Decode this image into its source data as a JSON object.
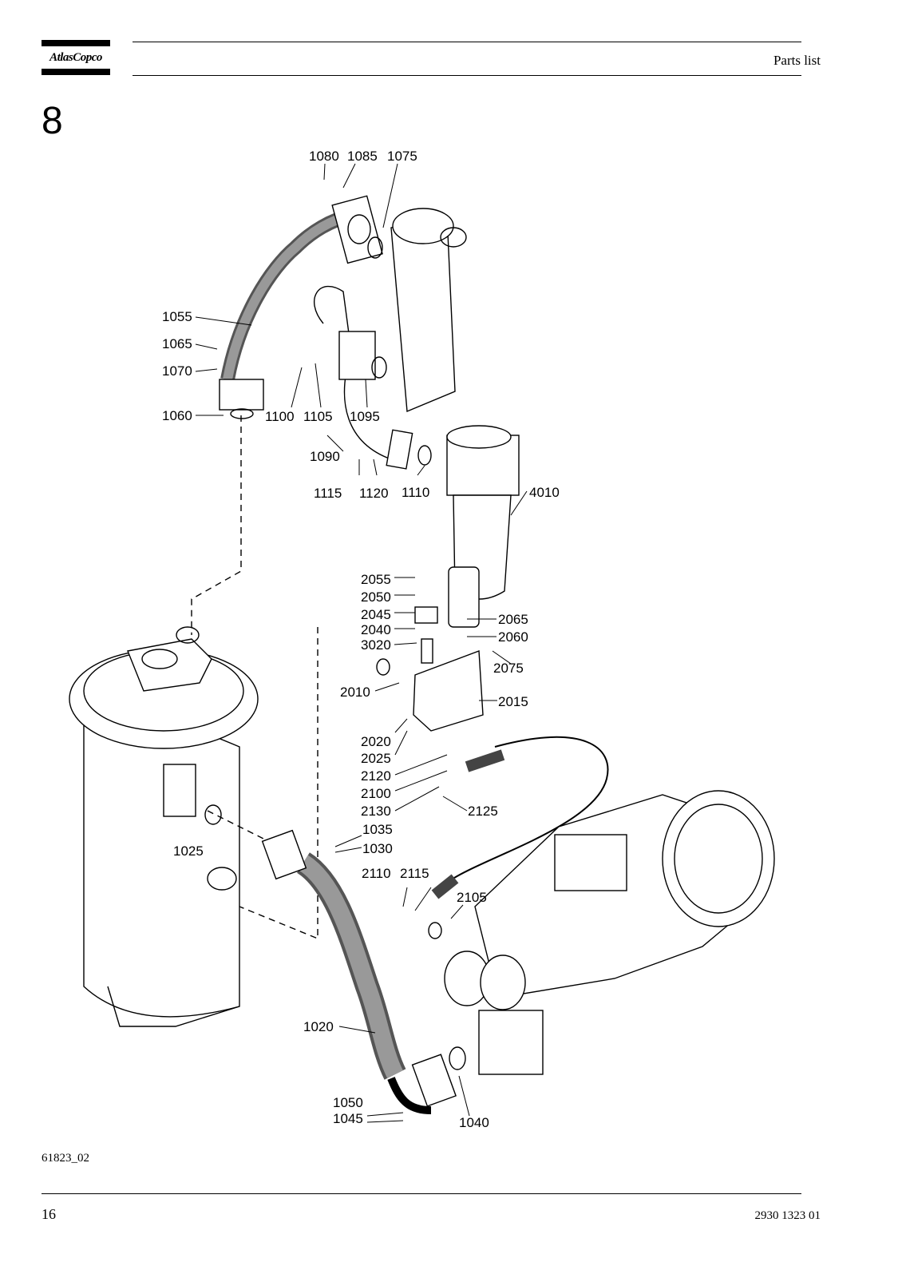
{
  "header": {
    "brand": "AtlasCopco",
    "title": "Parts list"
  },
  "section_number": "8",
  "diagram": {
    "callouts": {
      "c1080": "1080",
      "c1085": "1085",
      "c1075": "1075",
      "c1055": "1055",
      "c1065": "1065",
      "c1070": "1070",
      "c1060": "1060",
      "c1100": "1100",
      "c1105": "1105",
      "c1095": "1095",
      "c1090": "1090",
      "c1115": "1115",
      "c1120": "1120",
      "c1110": "1110",
      "c4010": "4010",
      "c2055": "2055",
      "c2050": "2050",
      "c2045": "2045",
      "c2040": "2040",
      "c3020": "3020",
      "c2065": "2065",
      "c2060": "2060",
      "c2075": "2075",
      "c2010": "2010",
      "c2015": "2015",
      "c2020": "2020",
      "c2025": "2025",
      "c2120": "2120",
      "c2100": "2100",
      "c2130": "2130",
      "c2125": "2125",
      "c1035": "1035",
      "c1030": "1030",
      "c1025": "1025",
      "c2110": "2110",
      "c2115": "2115",
      "c2105": "2105",
      "c1020": "1020",
      "c1050": "1050",
      "c1045": "1045",
      "c1040": "1040"
    }
  },
  "footer": {
    "figure_ref": "61823_02",
    "page_number": "16",
    "document_number": "2930 1323 01"
  }
}
